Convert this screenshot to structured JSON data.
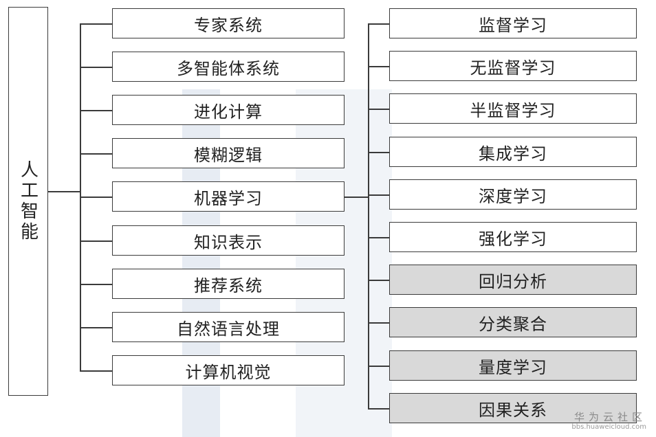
{
  "root": {
    "label": "人工智能"
  },
  "branches": [
    "专家系统",
    "多智能体系统",
    "进化计算",
    "模糊逻辑",
    "机器学习",
    "知识表示",
    "推荐系统",
    "自然语言处理",
    "计算机视觉"
  ],
  "ml_children": [
    {
      "label": "监督学习",
      "shaded": false
    },
    {
      "label": "无监督学习",
      "shaded": false
    },
    {
      "label": "半监督学习",
      "shaded": false
    },
    {
      "label": "集成学习",
      "shaded": false
    },
    {
      "label": "深度学习",
      "shaded": false
    },
    {
      "label": "强化学习",
      "shaded": false
    },
    {
      "label": "回归分析",
      "shaded": true
    },
    {
      "label": "分类聚合",
      "shaded": true
    },
    {
      "label": "量度学习",
      "shaded": true
    },
    {
      "label": "因果关系",
      "shaded": true
    }
  ],
  "colors": {
    "shaded_fill": "#d9d9d9",
    "line": "#3a3a3a"
  },
  "watermark": {
    "site": "华为云社区",
    "url": "bbs.huaweicloud.com"
  }
}
